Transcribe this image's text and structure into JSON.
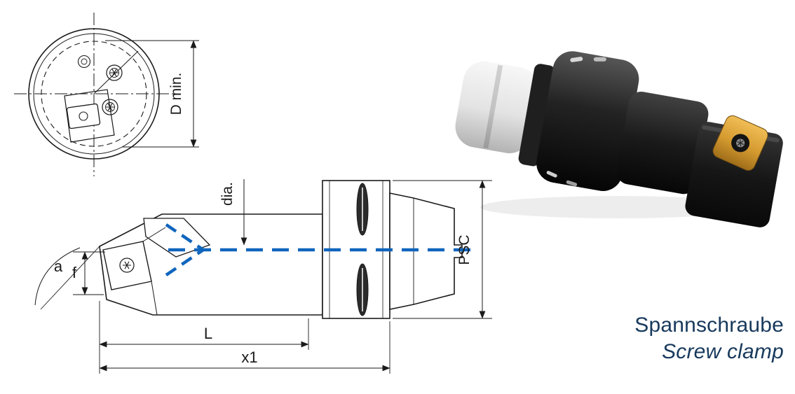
{
  "colors": {
    "line": "#1a1a1a",
    "coolant_blue": "#1065bd",
    "caption": "#17395c",
    "insert_gold": "#d9a43e"
  },
  "drawing": {
    "labels": {
      "d_min": "D min.",
      "dia": "dia.",
      "a": "a",
      "f": "f",
      "L": "L",
      "x1": "x1",
      "psc": "PSC"
    }
  },
  "caption": {
    "title_de": "Spannschraube",
    "title_en": "Screw clamp"
  }
}
